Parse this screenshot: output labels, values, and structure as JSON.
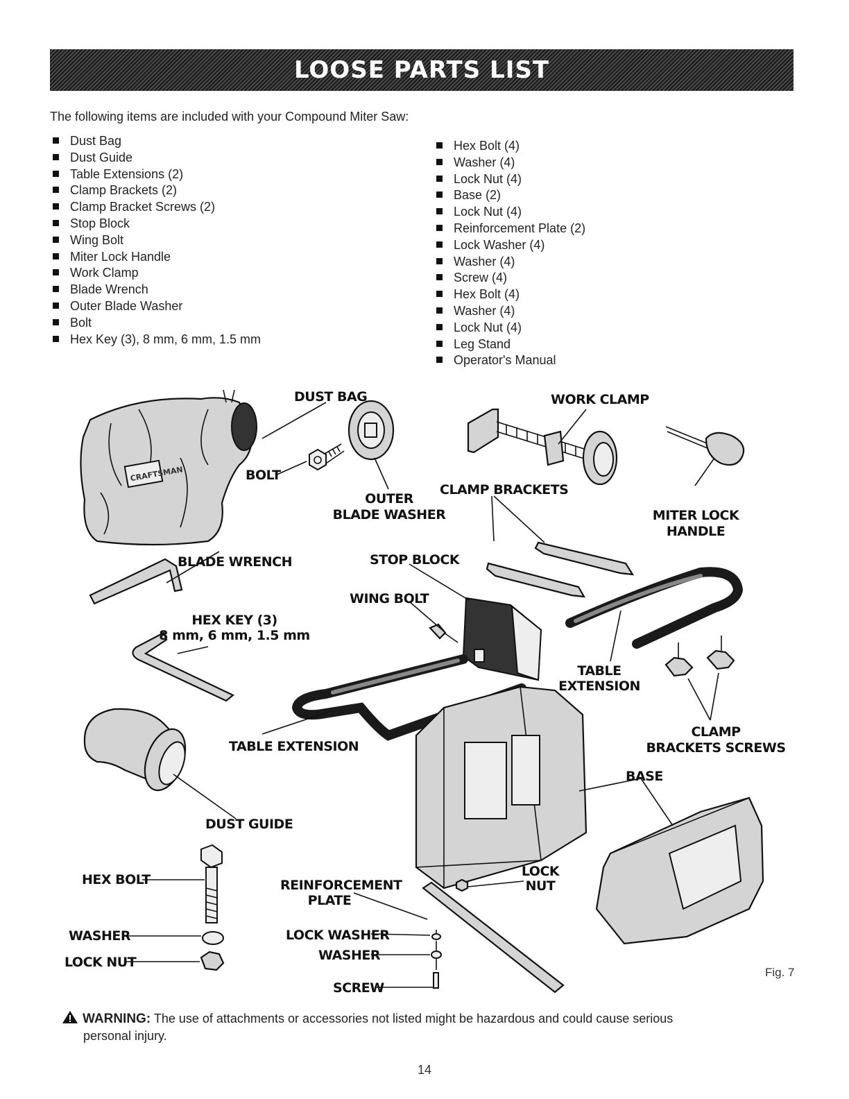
{
  "header": {
    "title": "LOOSE PARTS LIST"
  },
  "intro": "The following items are included with your Compound Miter Saw:",
  "parts_left": [
    "Dust Bag",
    "Dust Guide",
    "Table Extensions (2)",
    "Clamp Brackets (2)",
    "Clamp Bracket Screws (2)",
    "Stop Block",
    "Wing Bolt",
    "Miter Lock Handle",
    "Work Clamp",
    "Blade Wrench",
    "Outer Blade Washer",
    "Bolt",
    "Hex Key (3), 8 mm, 6 mm, 1.5 mm"
  ],
  "parts_right": [
    "Hex Bolt (4)",
    "Washer (4)",
    "Lock Nut (4)",
    "Base (2)",
    "Lock Nut (4)",
    "Reinforcement Plate (2)",
    "Lock Washer (4)",
    "Washer (4)",
    "Screw (4)",
    "Hex Bolt (4)",
    "Washer (4)",
    "Lock Nut (4)",
    "Leg Stand",
    "Operator's Manual"
  ],
  "figure": {
    "labels": {
      "dust_bag": "DUST BAG",
      "work_clamp": "WORK CLAMP",
      "bolt": "BOLT",
      "outer": "OUTER",
      "blade_washer": "BLADE WASHER",
      "clamp_brackets": "CLAMP BRACKETS",
      "miter_lock": "MITER LOCK",
      "handle": "HANDLE",
      "blade_wrench": "BLADE WRENCH",
      "stop_block": "STOP BLOCK",
      "wing_bolt": "WING BOLT",
      "hex_key": "HEX KEY (3)",
      "hex_key_sizes": "8 mm, 6 mm, 1.5 mm",
      "table": "TABLE",
      "extension": "EXTENSION",
      "clamp": "CLAMP",
      "brackets_screws": "BRACKETS SCREWS",
      "table_extension": "TABLE EXTENSION",
      "base": "BASE",
      "dust_guide": "DUST GUIDE",
      "hex_bolt": "HEX BOLT",
      "reinforcement": "REINFORCEMENT",
      "plate": "PLATE",
      "lock": "LOCK",
      "nut": "NUT",
      "washer": "WASHER",
      "lock_nut": "LOCK NUT",
      "lock_washer": "LOCK WASHER",
      "washer2": "WASHER",
      "screw": "SCREW",
      "logo": "CRAFTSMAN"
    },
    "fig_number": "Fig. 7"
  },
  "warning": {
    "word": "WARNING:",
    "line1": "The use of attachments or accessories not listed might be hazardous and could cause serious",
    "line2": "personal injury."
  },
  "page_number": "14"
}
